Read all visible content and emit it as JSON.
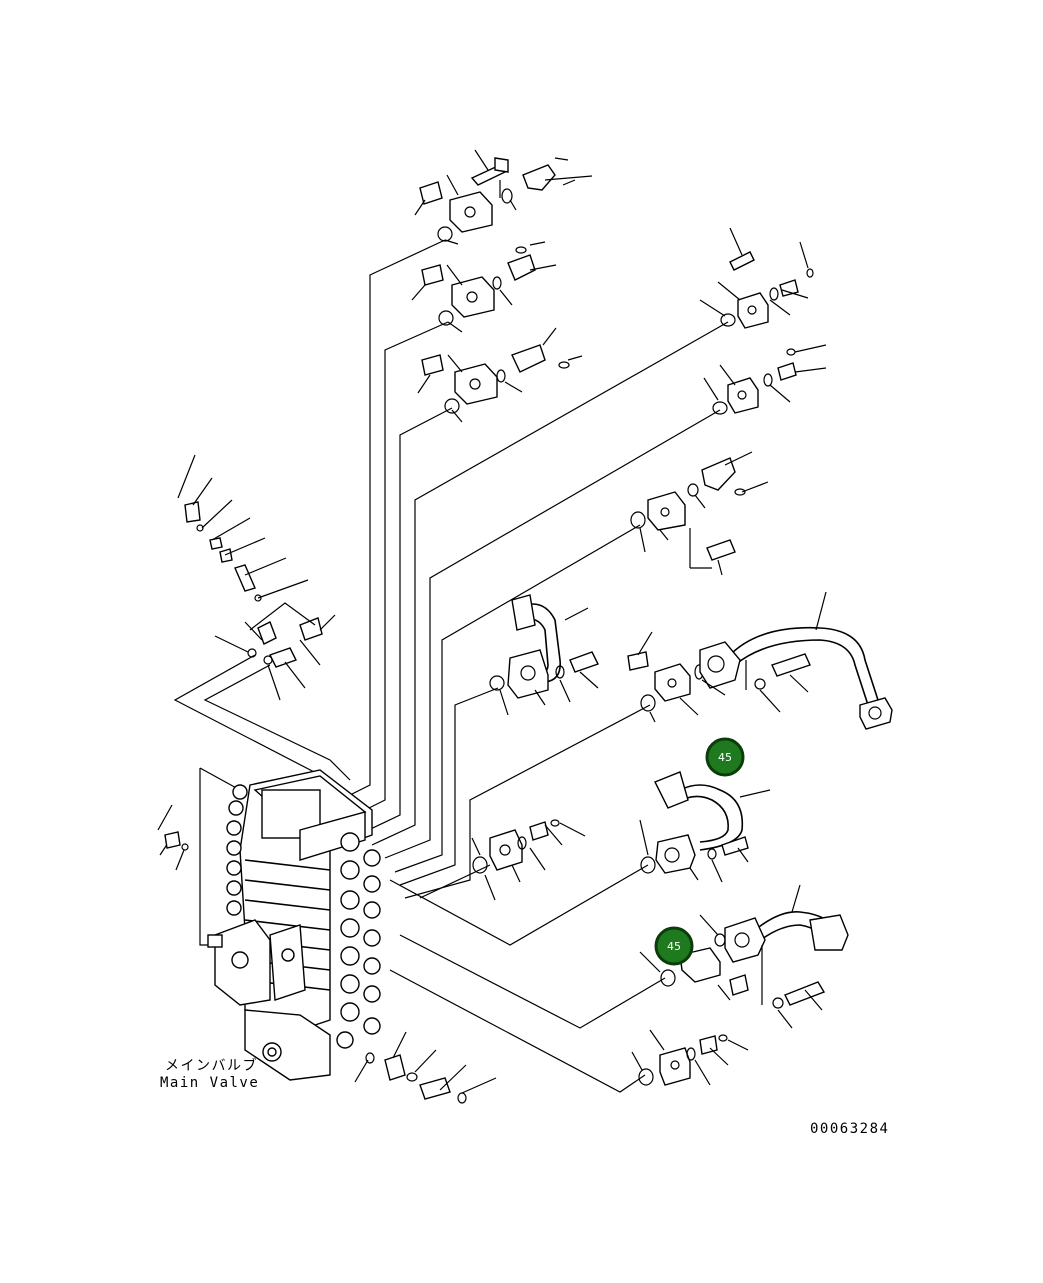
{
  "labels": {
    "main_valve_jp": "メインバルブ",
    "main_valve_en": "Main Valve",
    "figure_number": "00063284"
  },
  "callouts": [
    {
      "number": "45",
      "target": "upper-pipe"
    },
    {
      "number": "45",
      "target": "lower-flange"
    }
  ],
  "colors": {
    "callout_fill": "#1f7a1f",
    "line": "#000000",
    "background": "#ffffff"
  }
}
